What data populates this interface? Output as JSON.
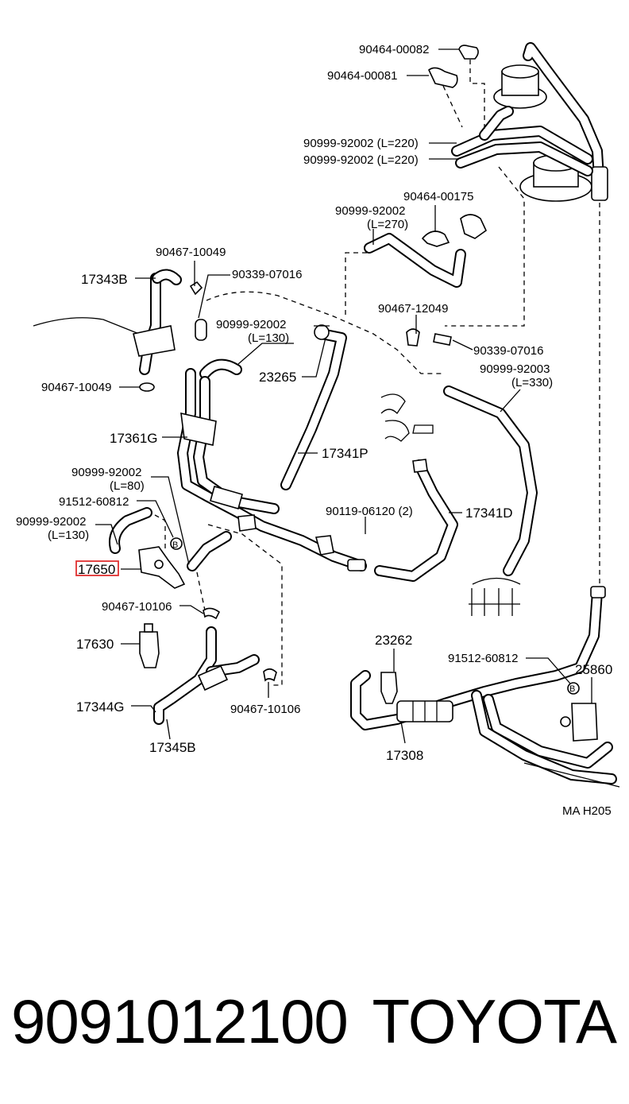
{
  "labels": {
    "p9046400082": "90464-00082",
    "p9046400081": "90464-00081",
    "p9099992002_220a": "90999-92002 (L=220)",
    "p9099992002_220b": "90999-92002 (L=220)",
    "p9046400175": "90464-00175",
    "p9099992002_270": "90999-92002",
    "p9099992002_270_len": "(L=270)",
    "p9046710049a": "90467-10049",
    "p17343B": "17343B",
    "p9033907016a": "90339-07016",
    "p9099992002_130a": "90999-92002",
    "p9099992002_130a_len": "(L=130)",
    "p9046712049": "90467-12049",
    "p9033907016b": "90339-07016",
    "p9099992003": "90999-92003",
    "p9099992003_len": "(L=330)",
    "p23265": "23265",
    "p9046710049b": "90467-10049",
    "p17361G": "17361G",
    "p17341P": "17341P",
    "p9099992002_80": "90999-92002",
    "p9099992002_80_len": "(L=80)",
    "p9151260812a": "91512-60812",
    "p9099992002_130b": "90999-92002",
    "p9099992002_130b_len": "(L=130)",
    "p9011906120": "90119-06120 (2)",
    "p17341D": "17341D",
    "p17650": "17650",
    "p9046710106a": "90467-10106",
    "p17630": "17630",
    "p23262": "23262",
    "p9151260812b": "91512-60812",
    "p25860": "25860",
    "p17344G": "17344G",
    "p9046710106b": "90467-10106",
    "p17345B": "17345B",
    "p17308": "17308",
    "refB1": "B",
    "refB2": "B",
    "drawing_code": "MA H205"
  },
  "highlight": {
    "part": "17650",
    "color": "#e03030"
  },
  "footer": {
    "part_number": "9091012100",
    "brand": "TOYOTA"
  }
}
